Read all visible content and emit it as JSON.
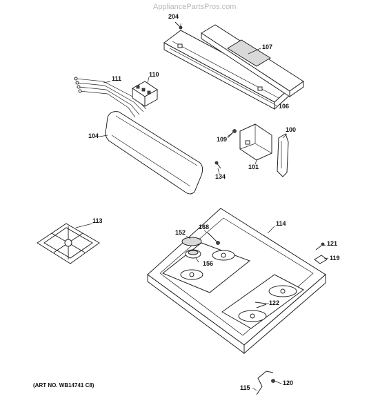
{
  "watermark": "AppliancePartsPros.com",
  "art_number": "(ART NO. WB14741 C8)",
  "callouts": {
    "p204": "204",
    "p107": "107",
    "p111": "111",
    "p110": "110",
    "p106": "106",
    "p104": "104",
    "p109": "109",
    "p100": "100",
    "p101": "101",
    "p134": "134",
    "p113": "113",
    "p114": "114",
    "p152": "152",
    "p168": "168",
    "p121": "121",
    "p156": "156",
    "p119": "119",
    "p122": "122",
    "p115": "115",
    "p120": "120"
  }
}
